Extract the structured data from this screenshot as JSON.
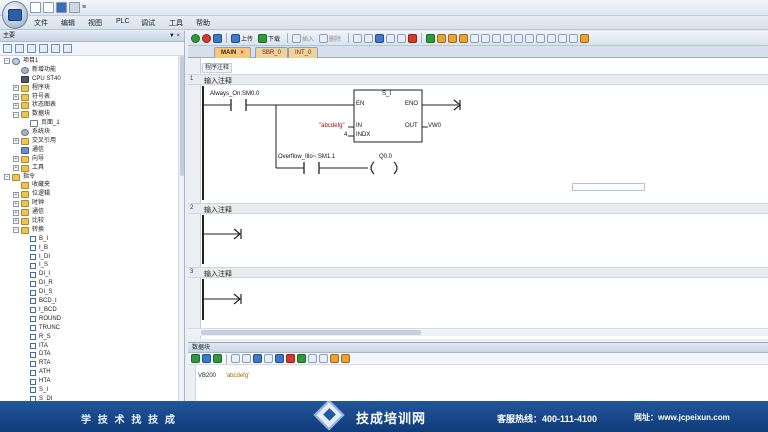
{
  "quick_access": {
    "caret": "≡"
  },
  "menu": [
    "文件",
    "编辑",
    "视图",
    "PLC",
    "调试",
    "工具",
    "帮助"
  ],
  "left_panel": {
    "title": "主要",
    "pin": "▼ ×",
    "tree": [
      {
        "label": "项目1",
        "indent": 0,
        "exp": "−",
        "icon": "proj"
      },
      {
        "label": "新增功能",
        "indent": 1,
        "exp": "",
        "icon": "gear"
      },
      {
        "label": "CPU ST40",
        "indent": 1,
        "exp": "",
        "icon": "cpu"
      },
      {
        "label": "程序块",
        "indent": 1,
        "exp": "+",
        "icon": "folder"
      },
      {
        "label": "符号表",
        "indent": 1,
        "exp": "+",
        "icon": "folder"
      },
      {
        "label": "状态图表",
        "indent": 1,
        "exp": "+",
        "icon": "folder"
      },
      {
        "label": "数据块",
        "indent": 1,
        "exp": "−",
        "icon": "folder"
      },
      {
        "label": "页面_1",
        "indent": 2,
        "exp": "",
        "icon": "doc"
      },
      {
        "label": "系统块",
        "indent": 1,
        "exp": "",
        "icon": "gear"
      },
      {
        "label": "交叉引用",
        "indent": 1,
        "exp": "+",
        "icon": "folder"
      },
      {
        "label": "通信",
        "indent": 1,
        "exp": "",
        "icon": "chip"
      },
      {
        "label": "向导",
        "indent": 1,
        "exp": "+",
        "icon": "folder"
      },
      {
        "label": "工具",
        "indent": 1,
        "exp": "+",
        "icon": "folder"
      },
      {
        "label": "指令",
        "indent": 0,
        "exp": "−",
        "icon": "folder"
      },
      {
        "label": "收藏夹",
        "indent": 1,
        "exp": "",
        "icon": "folder"
      },
      {
        "label": "位逻辑",
        "indent": 1,
        "exp": "+",
        "icon": "folder"
      },
      {
        "label": "时钟",
        "indent": 1,
        "exp": "+",
        "icon": "folder"
      },
      {
        "label": "通信",
        "indent": 1,
        "exp": "+",
        "icon": "folder"
      },
      {
        "label": "比较",
        "indent": 1,
        "exp": "+",
        "icon": "folder"
      },
      {
        "label": "转换",
        "indent": 1,
        "exp": "−",
        "icon": "folder"
      },
      {
        "label": "B_I",
        "indent": 2,
        "exp": "",
        "icon": "ins"
      },
      {
        "label": "I_B",
        "indent": 2,
        "exp": "",
        "icon": "ins"
      },
      {
        "label": "I_DI",
        "indent": 2,
        "exp": "",
        "icon": "ins"
      },
      {
        "label": "I_S",
        "indent": 2,
        "exp": "",
        "icon": "ins"
      },
      {
        "label": "DI_I",
        "indent": 2,
        "exp": "",
        "icon": "ins"
      },
      {
        "label": "DI_R",
        "indent": 2,
        "exp": "",
        "icon": "ins"
      },
      {
        "label": "DI_S",
        "indent": 2,
        "exp": "",
        "icon": "ins"
      },
      {
        "label": "BCD_I",
        "indent": 2,
        "exp": "",
        "icon": "ins"
      },
      {
        "label": "I_BCD",
        "indent": 2,
        "exp": "",
        "icon": "ins"
      },
      {
        "label": "ROUND",
        "indent": 2,
        "exp": "",
        "icon": "ins"
      },
      {
        "label": "TRUNC",
        "indent": 2,
        "exp": "",
        "icon": "ins"
      },
      {
        "label": "R_S",
        "indent": 2,
        "exp": "",
        "icon": "ins"
      },
      {
        "label": "ITA",
        "indent": 2,
        "exp": "",
        "icon": "ins"
      },
      {
        "label": "DTA",
        "indent": 2,
        "exp": "",
        "icon": "ins"
      },
      {
        "label": "RTA",
        "indent": 2,
        "exp": "",
        "icon": "ins"
      },
      {
        "label": "ATH",
        "indent": 2,
        "exp": "",
        "icon": "ins"
      },
      {
        "label": "HTA",
        "indent": 2,
        "exp": "",
        "icon": "ins"
      },
      {
        "label": "S_I",
        "indent": 2,
        "exp": "",
        "icon": "ins"
      },
      {
        "label": "S_DI",
        "indent": 2,
        "exp": "",
        "icon": "ins"
      }
    ]
  },
  "toolbar": {
    "upload": "上传",
    "download": "下载",
    "insert": "插入",
    "delete": "删除"
  },
  "tabs": [
    {
      "label": "MAIN",
      "close": "×",
      "active": true
    },
    {
      "label": "SBR_0",
      "close": "",
      "active": false
    },
    {
      "label": "INT_0",
      "close": "",
      "active": false
    }
  ],
  "editor": {
    "program_comment": "程序注释",
    "networks": [
      {
        "num": "1",
        "comment": "输入注释"
      },
      {
        "num": "2",
        "comment": "输入注释"
      },
      {
        "num": "3",
        "comment": "输入注释"
      }
    ],
    "network1": {
      "contact1": "Always_On:SM0.0",
      "block_name": "S_I",
      "en": "EN",
      "eno": "ENO",
      "in_pin": "IN",
      "in_val": "\"abcdefg\"",
      "indx_pin": "INDX",
      "indx_val": "4",
      "out_pin": "OUT",
      "out_val": "VW0",
      "contact2": "Overflow_Illo~:SM1.1",
      "coil": "Q0.0"
    }
  },
  "data_block": {
    "title": "数据块",
    "address": "VB200",
    "value": "'abcdefg'"
  },
  "banner": {
    "slogan": "学 技 术    找 技 成",
    "brand": "技成培训网",
    "hotline": "客服热线：400-111-4100",
    "site": "网址：www.jcpeixun.com"
  }
}
